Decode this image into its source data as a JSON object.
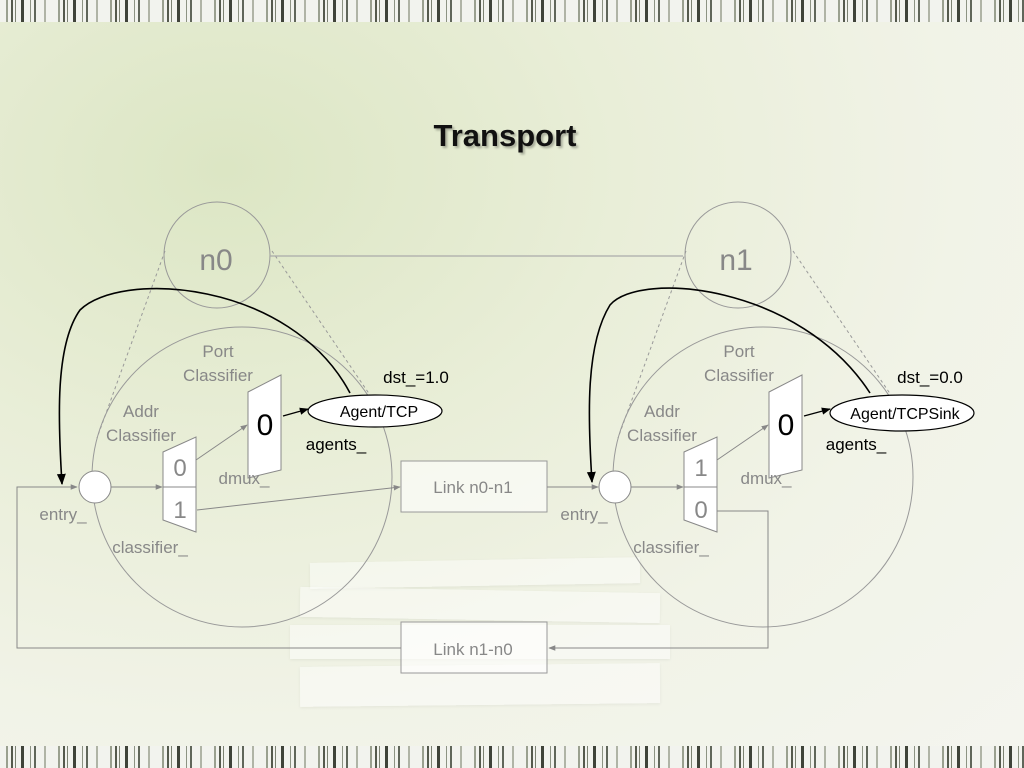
{
  "title": "Transport",
  "nodes": {
    "n0": {
      "label": "n0",
      "port_classifier": [
        "Port",
        "Classifier"
      ],
      "addr_classifier": [
        "Addr",
        "Classifier"
      ],
      "addr_slots": [
        "0",
        "1"
      ],
      "dmux_slot": "0",
      "dmux_label": "dmux_",
      "agent": "Agent/TCP",
      "dst": "dst_=1.0",
      "agents_label": "agents_",
      "entry_label": "entry_",
      "classifier_label": "classifier_"
    },
    "n1": {
      "label": "n1",
      "port_classifier": [
        "Port",
        "Classifier"
      ],
      "addr_classifier": [
        "Addr",
        "Classifier"
      ],
      "addr_slots": [
        "1",
        "0"
      ],
      "dmux_slot": "0",
      "dmux_label": "dmux_",
      "agent": "Agent/TCPSink",
      "dst": "dst_=0.0",
      "agents_label": "agents_",
      "entry_label": "entry_",
      "classifier_label": "classifier_"
    }
  },
  "links": {
    "forward": "Link n0-n1",
    "reverse": "Link n1-n0"
  },
  "colors": {
    "line_gray": "#888888",
    "text_gray": "#888888",
    "arrow_black": "#000000"
  }
}
